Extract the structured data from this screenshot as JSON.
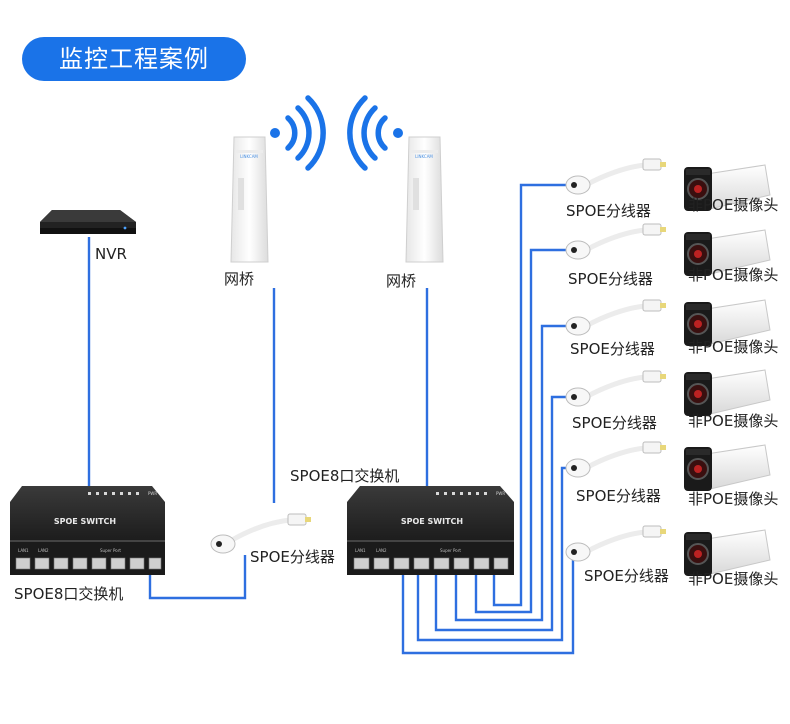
{
  "title": "监控工程案例",
  "labels": {
    "nvr": "NVR",
    "bridge_left": "网桥",
    "bridge_right": "网桥",
    "switch_left": "SPOE8口交换机",
    "switch_right": "SPOE8口交换机",
    "splitter_center": "SPOE分线器",
    "splitter_row": "SPOE分线器",
    "camera_row": "非POE摄像头"
  },
  "switch_face": {
    "brand": "SPOE SWITCH",
    "led_label": "PWR",
    "port_label_left": "LAN1",
    "port_label_mid": "LAN2",
    "port_label_right": "Super Port"
  },
  "colors": {
    "title_bg": "#1a73e8",
    "cable": "#2e6fe0",
    "device_dark": "#1b1b1b",
    "bridge_white": "#f3f3f3",
    "wifi_blue": "#1a73e8"
  },
  "icons": [
    "wifi-signal-icon",
    "nvr-recorder-icon",
    "bridge-antenna-icon",
    "poe-switch-icon",
    "poe-splitter-icon",
    "bullet-camera-icon"
  ],
  "camera_rows": [
    {
      "splitter": "SPOE分线器",
      "camera": "非POE摄像头"
    },
    {
      "splitter": "SPOE分线器",
      "camera": "非POE摄像头"
    },
    {
      "splitter": "SPOE分线器",
      "camera": "非POE摄像头"
    },
    {
      "splitter": "SPOE分线器",
      "camera": "非POE摄像头"
    },
    {
      "splitter": "SPOE分线器",
      "camera": "非POE摄像头"
    },
    {
      "splitter": "SPOE分线器",
      "camera": "非POE摄像头"
    }
  ]
}
